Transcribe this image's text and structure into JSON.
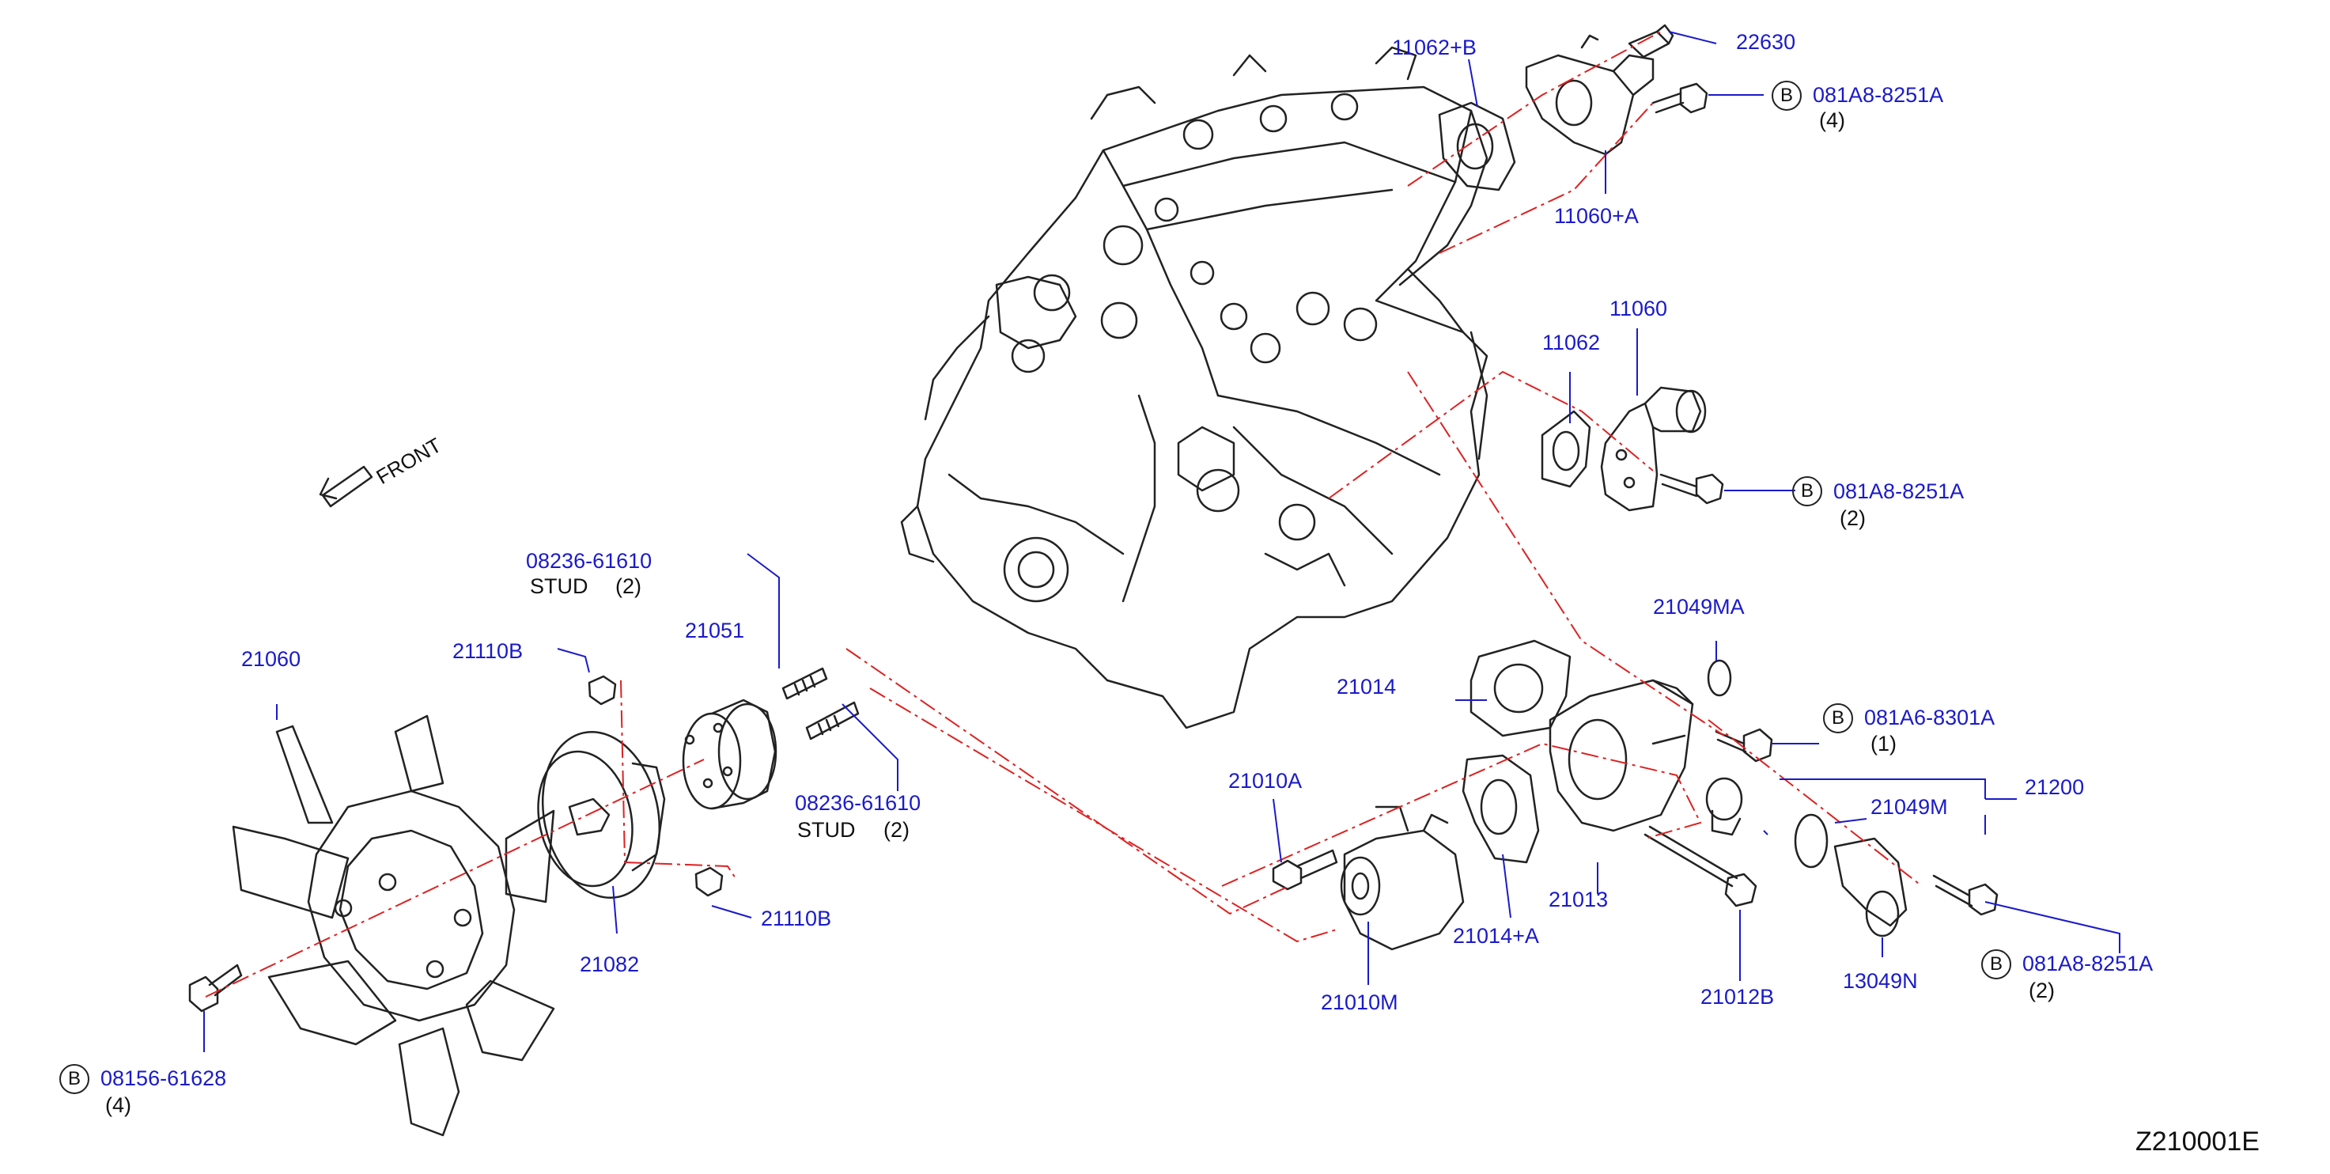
{
  "colors": {
    "part_number": "#1a1acc",
    "line": "#222222",
    "callout": "#1a1acc",
    "phantom": "#dd2222"
  },
  "front_label": "FRONT",
  "diagram_ref": "Z210001E",
  "labels": {
    "p22630": "22630",
    "p11062B": "11062+B",
    "p081A8_top": "081A8-8251A",
    "q_top": "(4)",
    "p11060A": "11060+A",
    "p11060": "11060",
    "p11062": "11062",
    "p081A8_mid": "081A8-8251A",
    "q_mid": "(2)",
    "p21049MA": "21049MA",
    "p081A6": "081A6-8301A",
    "q_081A6": "(1)",
    "p21014": "21014",
    "p21200": "21200",
    "p21049M": "21049M",
    "p21010A": "21010A",
    "p21013": "21013",
    "p21014A": "21014+A",
    "p21012B": "21012B",
    "p13049N": "13049N",
    "p081A8_bot": "081A8-8251A",
    "q_bot": "(2)",
    "p21010M": "21010M",
    "p08236_top": "08236-61610",
    "stud_top": "STUD",
    "q_stud_top": "(2)",
    "p21110B_top": "21110B",
    "p21051": "21051",
    "p21060": "21060",
    "p08236_bot": "08236-61610",
    "stud_bot": "STUD",
    "q_stud_bot": "(2)",
    "p21110B_bot": "21110B",
    "p21082": "21082",
    "p08156": "08156-61628",
    "q_08156": "(4)",
    "b_marker": "B"
  }
}
